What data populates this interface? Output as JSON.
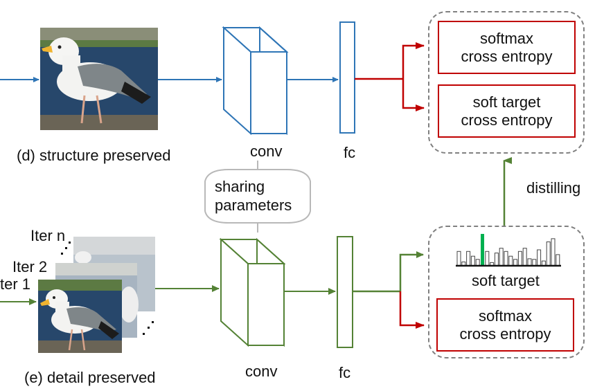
{
  "top_row": {
    "caption": "(d) structure preserved",
    "conv_label": "conv",
    "fc_label": "fc",
    "loss_1": [
      "softmax",
      "cross entropy"
    ],
    "loss_2": [
      "soft target",
      "cross entropy"
    ]
  },
  "middle": {
    "sharing": [
      "sharing",
      "parameters"
    ],
    "distilling": "distilling"
  },
  "bottom_row": {
    "caption": "(e) detail preserved",
    "iter_labels": [
      "Iter n",
      "Iter 2",
      "ter 1"
    ],
    "conv_label": "conv",
    "fc_label": "fc",
    "soft_target_label": "soft target",
    "loss_1": [
      "softmax",
      "cross entropy"
    ]
  },
  "soft_target_histogram": [
    0.45,
    0.12,
    0.45,
    0.3,
    0.2,
    1.0,
    0.45,
    0.1,
    0.4,
    0.55,
    0.45,
    0.3,
    0.2,
    0.45,
    0.55,
    0.22,
    0.2,
    0.5,
    0.15,
    0.75,
    0.85,
    0.35
  ],
  "colors": {
    "top": "#2e75b6",
    "bottom": "#548235",
    "loss": "#c00000",
    "group": "#808080",
    "peak": "#00b050"
  }
}
